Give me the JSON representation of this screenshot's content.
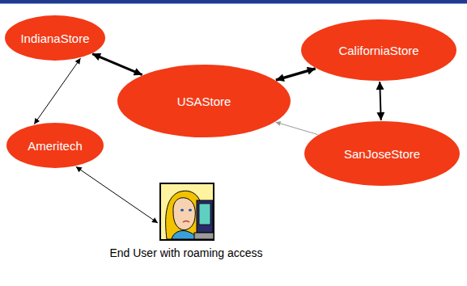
{
  "diagram": {
    "nodes": [
      {
        "text": [
          "IndianaStore"
        ]
      },
      {
        "text": [
          "CaliforniaStore"
        ]
      },
      {
        "text": [
          "USAStore"
        ]
      },
      {
        "text": [
          "SanJoseStore"
        ]
      },
      {
        "text": [
          "Ameritech"
        ]
      },
      {
        "text": [
          "End User with roaming access"
        ]
      }
    ],
    "edges": [
      {
        "from": 0,
        "to": 2,
        "arrow": "both"
      },
      {
        "from": 2,
        "to": 1,
        "arrow": "both"
      },
      {
        "from": 1,
        "to": 3,
        "arrow": "both"
      },
      {
        "from": 3,
        "to": 2,
        "arrow": "to"
      },
      {
        "from": 0,
        "to": 4,
        "arrow": "both"
      },
      {
        "from": 4,
        "to": 5,
        "arrow": "both"
      }
    ]
  }
}
